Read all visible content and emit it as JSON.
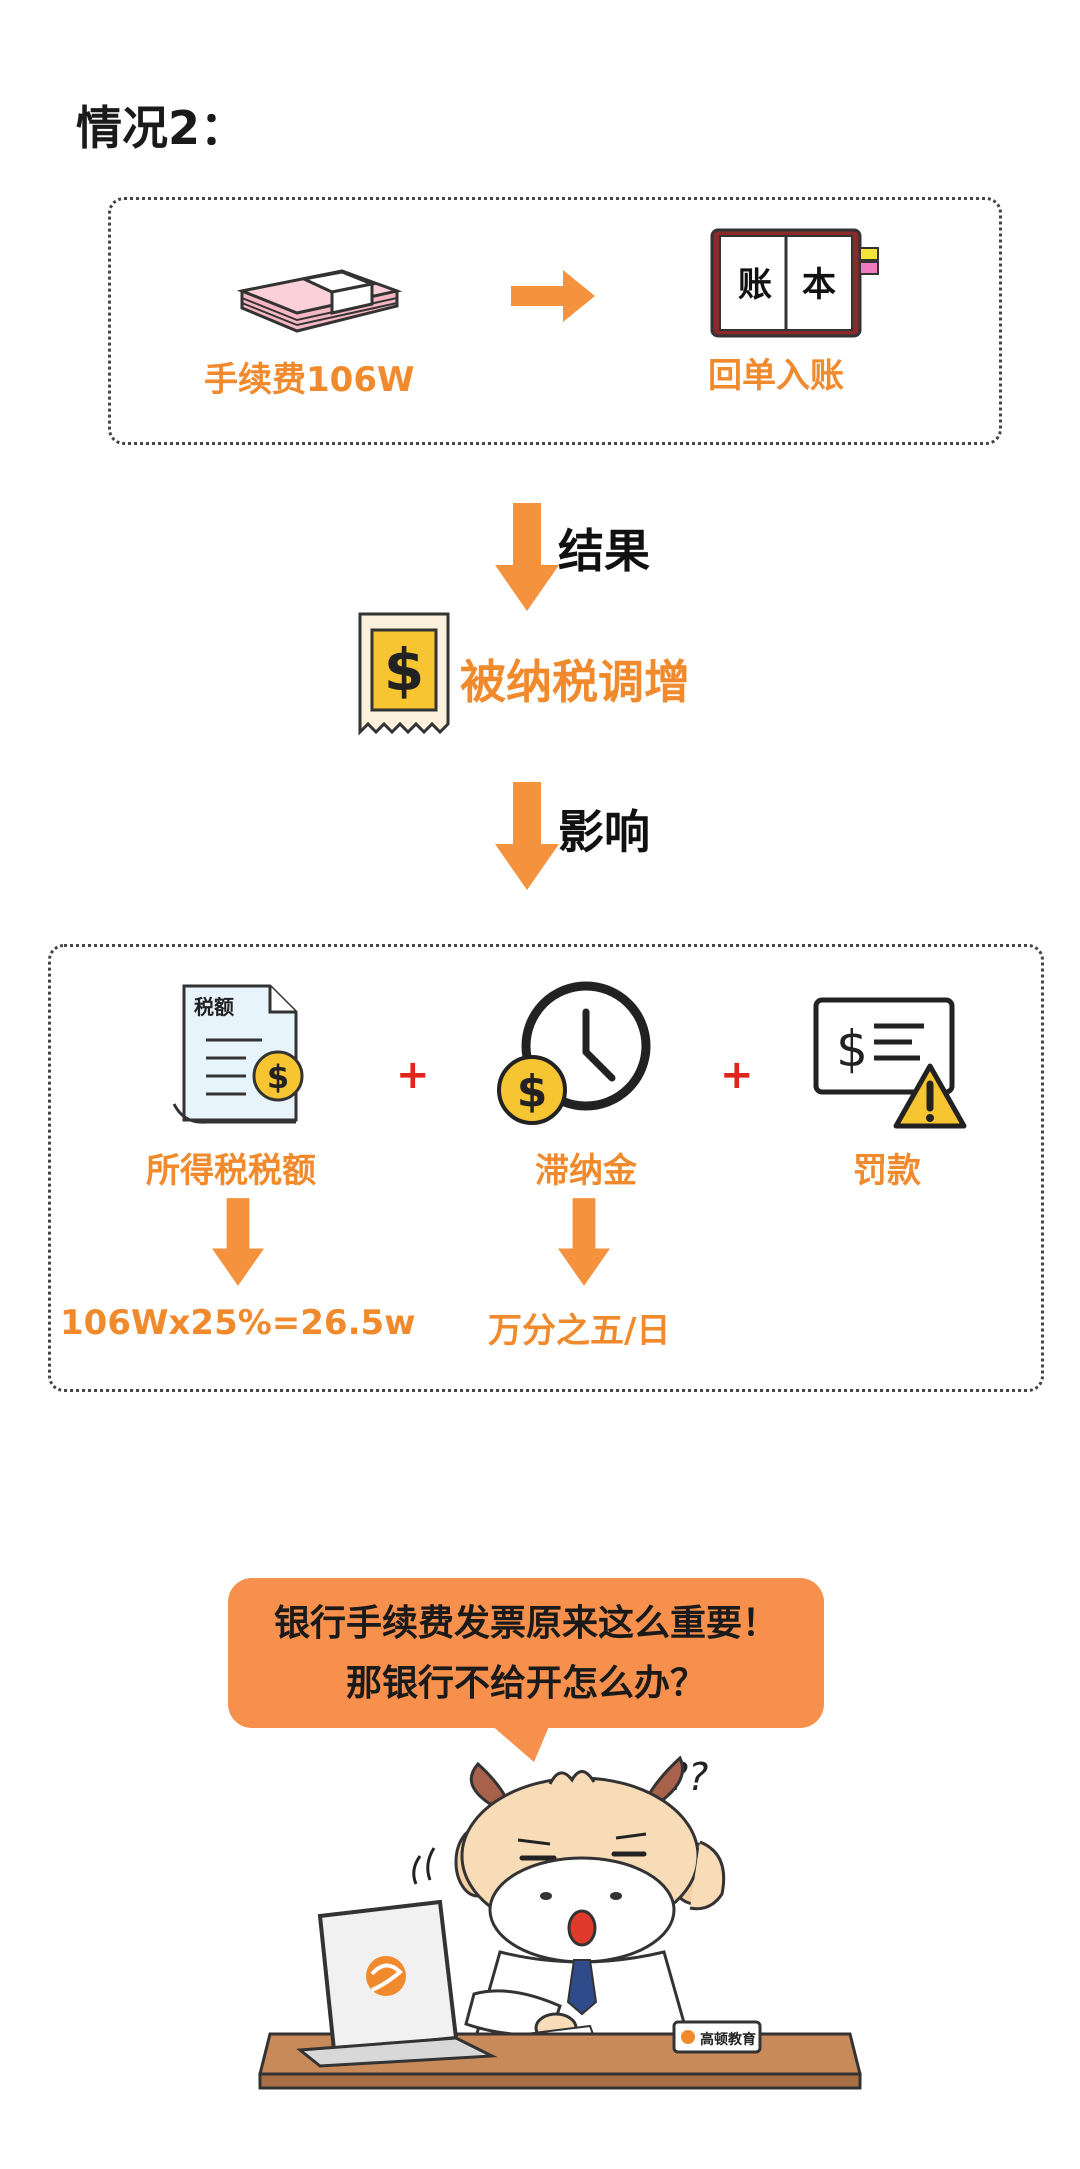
{
  "heading": "情况2：",
  "top_flow": {
    "fee_label": "手续费106W",
    "book_label": "回单入账",
    "book_char_left": "账",
    "book_char_right": "本"
  },
  "result": {
    "arrow_label": "结果",
    "outcome_label": "被纳税调增"
  },
  "impact": {
    "arrow_label": "影响",
    "tax_doc_tag": "税额",
    "items": [
      {
        "label": "所得税税额",
        "detail": "106Wx25%=26.5w"
      },
      {
        "label": "滞纳金",
        "detail": "万分之五/日"
      },
      {
        "label": "罚款"
      }
    ],
    "plus_sign": "+"
  },
  "speech": {
    "line1": "银行手续费发票原来这么重要！",
    "line2": "那银行不给开怎么办？"
  },
  "cartoon": {
    "question_marks": "??",
    "nameplate": "高顿教育"
  },
  "colors": {
    "accent_orange": "#f08a2c",
    "arrow_orange": "#f5923e",
    "plus_red": "#e0251b",
    "bubble_orange": "#f6904c"
  }
}
